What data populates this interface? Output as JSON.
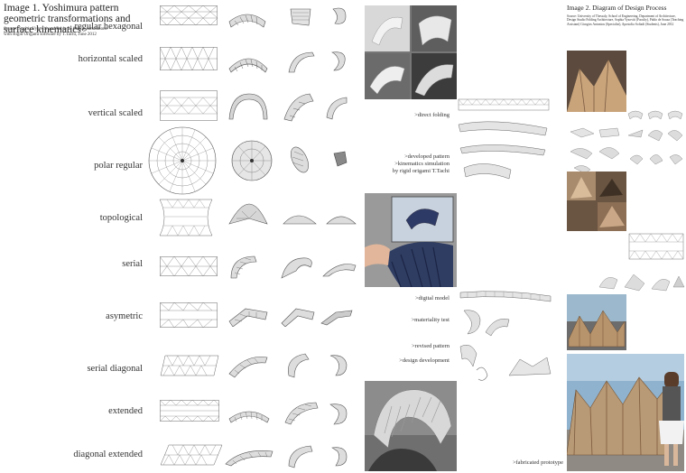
{
  "image1": {
    "title": "Image 1. Yoshimura pattern geometric transformations and surface kinematics",
    "source": "Source: Sophia Vyzoviti and Pablo de Souza, simulations with Rigid Origami software by T.Tachi, June 2012"
  },
  "rows": [
    {
      "label": "regular hexagonal"
    },
    {
      "label": "horizontal scaled"
    },
    {
      "label": "vertical scaled"
    },
    {
      "label": "polar regular"
    },
    {
      "label": "topological"
    },
    {
      "label": "serial"
    },
    {
      "label": "asymetric"
    },
    {
      "label": "serial diagonal"
    },
    {
      "label": "extended"
    },
    {
      "label": "diagonal extended"
    }
  ],
  "process": [
    {
      "label": ">direct folding"
    },
    {
      "label": ">developed pattern"
    },
    {
      "label": ">kinematics simulation"
    },
    {
      "label": "by rigid origami  T.Tachi"
    },
    {
      "label": ">digital model"
    },
    {
      "label": ">materiality test"
    },
    {
      "label": ">revised pattern"
    },
    {
      "label": ">design development"
    },
    {
      "label": ">fabricated prototype"
    }
  ],
  "image2": {
    "title": "Image 2. Diagram of Design Process",
    "source": "Source: University of Thessaly, School of Engineering, Department of Architecture, Design Studio Folding Architecture, Sophia Vyzoviti (Faculty), Pablo de Souza (Teaching Assistant) Giorgios Antoniou (Specialist), Apostolia Sofiadi (Students), June 2012"
  },
  "colors": {
    "line": "#555555",
    "photo_dark": "#2a2a2a",
    "photo_mid": "#8a8a8a",
    "sky": "#8fb3cf",
    "wood": "#b99a76"
  }
}
